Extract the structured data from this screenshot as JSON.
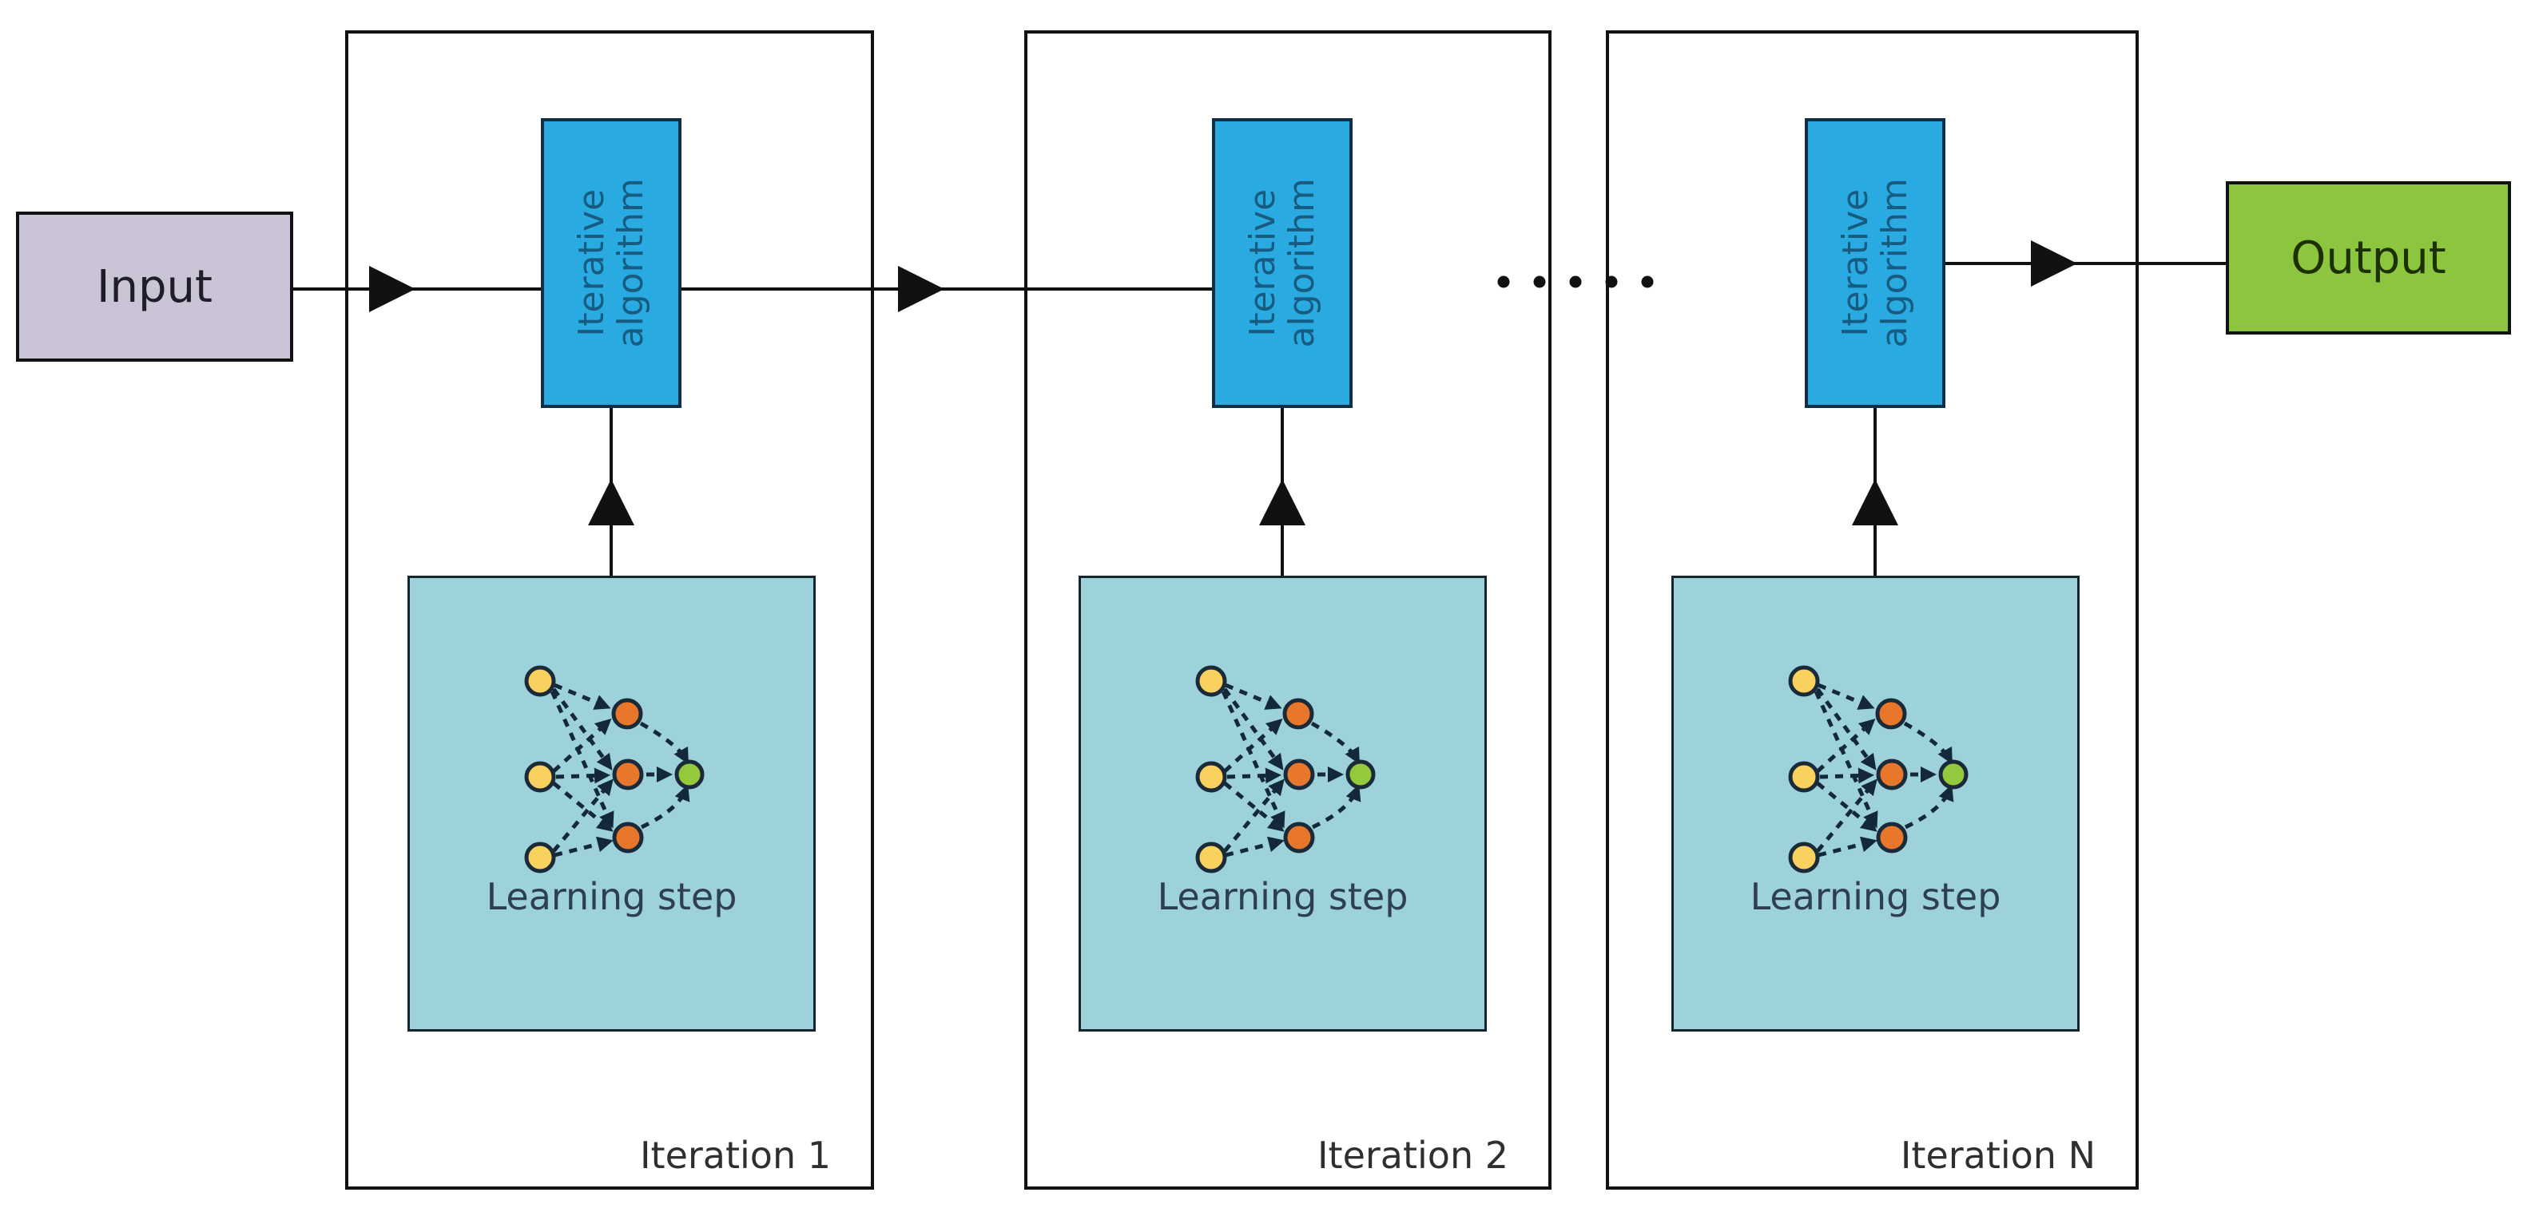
{
  "diagram": {
    "input_label": "Input",
    "output_label": "Output",
    "ellipsis_dot_count": 5
  },
  "iterations": [
    {
      "label": "Iteration 1",
      "algorithm_label": "Iterative algorithm",
      "learning_label": "Learning step"
    },
    {
      "label": "Iteration 2",
      "algorithm_label": "Iterative algorithm",
      "learning_label": "Learning step"
    },
    {
      "label": "Iteration N",
      "algorithm_label": "Iterative algorithm",
      "learning_label": "Learning step"
    }
  ],
  "colors": {
    "background": "#FFFFFF",
    "frame_border": "#111111",
    "input_fill": "#CAC4D6",
    "input_text": "#1E1E28",
    "output_fill": "#8CC63F",
    "output_text": "#1C3000",
    "algorithm_fill": "#29ABE2",
    "algorithm_border": "#0E2F45",
    "algorithm_text": "#175C80",
    "learning_fill": "#9DD2DB",
    "learning_border": "#152530",
    "learning_text": "#2E3F50",
    "node_yellow": "#F8D15E",
    "node_orange": "#E8772C",
    "node_green": "#94C83D",
    "nn_link": "#13293A",
    "connector": "#111111",
    "iteration_label_text": "#2F2F2F"
  }
}
